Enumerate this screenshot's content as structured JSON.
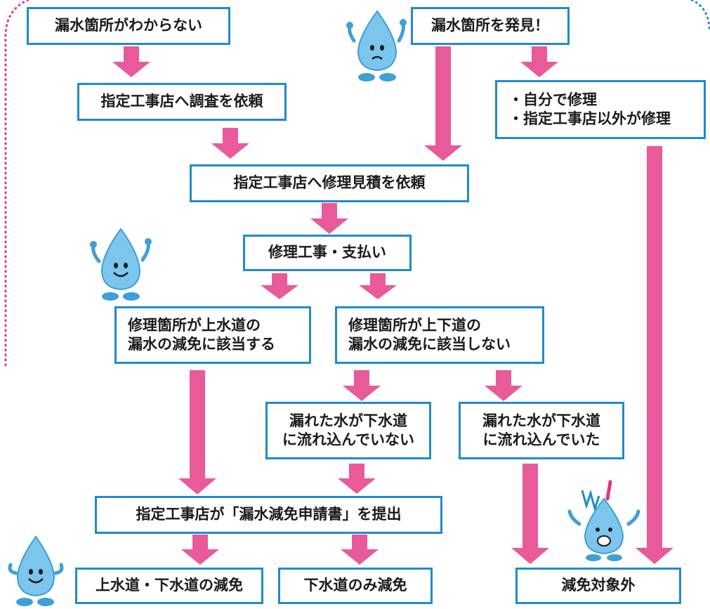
{
  "colors": {
    "box_border": "#1f8cc8",
    "arrow": "#e85a9a",
    "drop_body": "#7cc5ec",
    "drop_shadow": "#3f9fd6",
    "dotted_border": "#e0338a",
    "text": "#1a1a1a"
  },
  "boxes": {
    "leak_unknown": "漏水箇所がわからない",
    "leak_found": "漏水箇所を発見！",
    "request_survey": "指定工事店へ調査を依頼",
    "self_repair_line1": "・自分で修理",
    "self_repair_line2": "・指定工事店以外が修理",
    "request_estimate": "指定工事店へ修理見積を依頼",
    "repair_payment": "修理工事・支払い",
    "applies_line1": "修理箇所が上水道の",
    "applies_line2": "漏水の減免に該当する",
    "not_applies_line1": "修理箇所が上下道の",
    "not_applies_line2": "漏水の減免に該当しない",
    "not_flowed_line1": "漏れた水が下水道",
    "not_flowed_line2": "に流れ込んでいない",
    "flowed_line1": "漏れた水が下水道",
    "flowed_line2": "に流れ込んでいた",
    "submit_application": "指定工事店が「漏水減免申請書」を提出",
    "both_reduction": "上水道・下水道の減免",
    "sewer_only": "下水道のみ減免",
    "not_eligible": "減免対象外"
  },
  "mascots": [
    {
      "name": "worried-drop",
      "mood": "worried"
    },
    {
      "name": "happy-drop-middle",
      "mood": "happy"
    },
    {
      "name": "happy-drop-bottom",
      "mood": "happy"
    },
    {
      "name": "shocked-drop",
      "mood": "shocked"
    }
  ]
}
